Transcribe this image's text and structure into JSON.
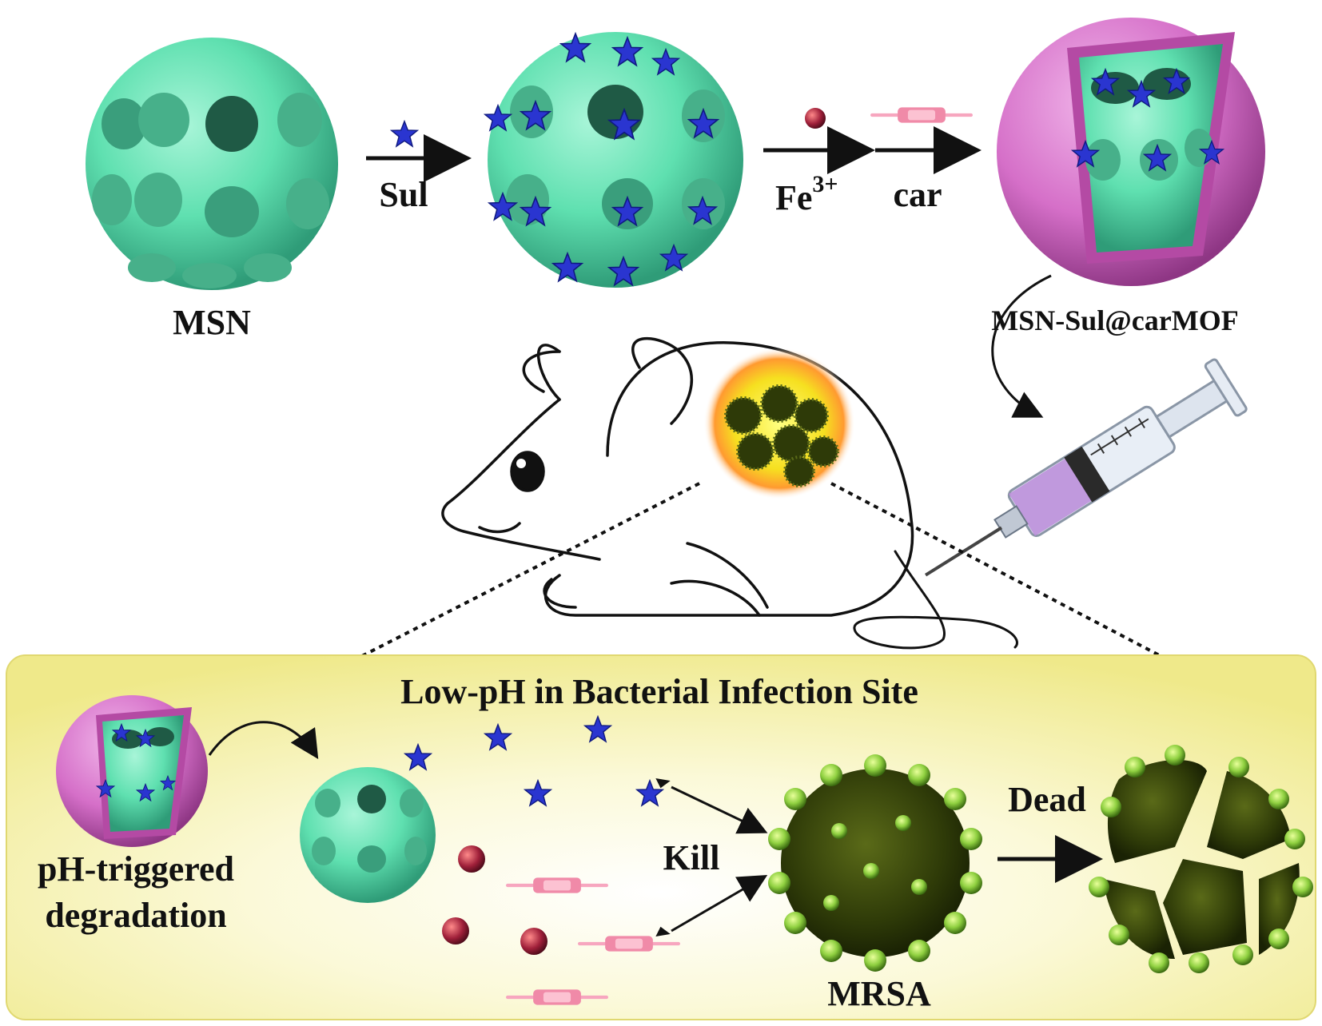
{
  "labels": {
    "msn": "MSN",
    "sul": "Sul",
    "fe_base": "Fe",
    "fe_sup": "3+",
    "car": "car",
    "product": "MSN-Sul@carMOF",
    "site": "Low-pH in Bacterial Infection Site",
    "degradation_line1": "pH-triggered",
    "degradation_line2": "degradation",
    "kill": "Kill",
    "dead": "Dead",
    "mrsa": "MRSA"
  },
  "colors": {
    "msn_green": "#5fe0b0",
    "msn_hole": "#2a8a6a",
    "star_blue": "#2a35d0",
    "shell_pink": "#d56fc8",
    "iron_red": "#a0203a",
    "car_pink": "#f08aa8",
    "panel_yellow": "#f4f1a0",
    "bacteria_green": "#6a8a2a"
  }
}
